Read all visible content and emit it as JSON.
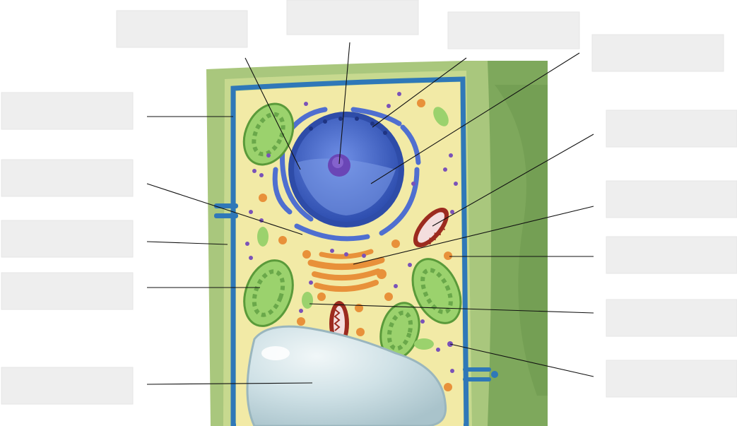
{
  "diagram": {
    "subject": "plant-cell",
    "label_box_color": "#eeeeee",
    "leader_color": "#111111",
    "cell_wall_color": "#a7c77a",
    "membrane_color": "#2f78b8",
    "cytoplasm_color": "#f2eaa6",
    "nucleus_color": "#3c5fc4",
    "chloroplast_color": "#9bd26d",
    "mitochondrion_color": "#9c2b1f",
    "golgi_color": "#e8913a",
    "vacuole_color": "#c9dde3",
    "labels": [
      {
        "id": "label-nuclear-envelope",
        "text": ""
      },
      {
        "id": "label-nucleolus",
        "text": ""
      },
      {
        "id": "label-nuclear-pore",
        "text": ""
      },
      {
        "id": "label-nucleus",
        "text": ""
      },
      {
        "id": "label-cell-membrane",
        "text": ""
      },
      {
        "id": "label-cytoplasm",
        "text": ""
      },
      {
        "id": "label-cell-wall",
        "text": ""
      },
      {
        "id": "label-chloroplast",
        "text": ""
      },
      {
        "id": "label-vacuole",
        "text": ""
      },
      {
        "id": "label-rough-er",
        "text": ""
      },
      {
        "id": "label-mitochondrion",
        "text": ""
      },
      {
        "id": "label-golgi",
        "text": ""
      },
      {
        "id": "label-vesicle",
        "text": ""
      },
      {
        "id": "label-ribosome",
        "text": ""
      },
      {
        "id": "label-plasmodesma",
        "text": ""
      }
    ]
  }
}
